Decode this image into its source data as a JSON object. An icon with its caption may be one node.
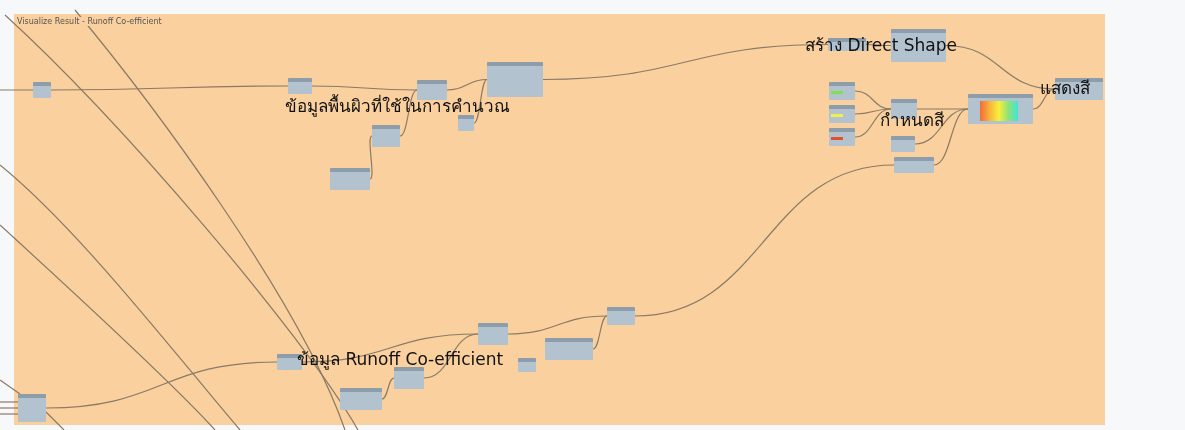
{
  "diagram": {
    "nodes": [
      {
        "text": [
          "Visualize Result - Runoff Co-efficient"
        ]
      },
      {
        "text": [],
        "shape": "box",
        "in": 0
      },
      {
        "text": [],
        "shape": "box",
        "in": 0
      },
      {
        "text": [],
        "shape": "box",
        "in": 0
      },
      {
        "text": [],
        "shape": "box",
        "in": 0
      },
      {
        "text": [],
        "shape": "box",
        "in": 0
      },
      {
        "text": [],
        "shape": "box",
        "in": 0
      },
      {
        "text": [],
        "shape": "box",
        "in": 0
      },
      {
        "text": [],
        "shape": "box",
        "in": 0
      },
      {
        "text": [],
        "shape": "box",
        "in": 0
      },
      {
        "text": [],
        "shape": "box",
        "in": 0
      },
      {
        "text": [],
        "shape": "box",
        "in": 0
      },
      {
        "text": [],
        "shape": "box",
        "in": 0
      },
      {
        "text": [],
        "shape": "box",
        "in": 0
      },
      {
        "text": [],
        "shape": "box",
        "in": 0
      },
      {
        "text": [],
        "shape": "box",
        "in": 0
      },
      {
        "text": [],
        "shape": "box",
        "in": 0
      },
      {
        "text": [],
        "shape": "box",
        "in": 0
      },
      {
        "text": [],
        "shape": "box",
        "in": 0
      },
      {
        "text": [],
        "shape": "box",
        "in": 0
      },
      {
        "text": [],
        "shape": "box",
        "in": 0
      },
      {
        "text": [],
        "shape": "box",
        "in": 0
      },
      {
        "text": [],
        "shape": "box",
        "in": 0
      },
      {
        "text": [],
        "shape": "box",
        "in": 0
      },
      {
        "text": [],
        "shape": "box",
        "in": 0
      },
      {
        "text": [],
        "shape": "box",
        "in": 0
      }
    ],
    "edges": [
      {
        "from": null,
        "to": 1,
        "arrow": "none"
      },
      {
        "from": 1,
        "to": 2,
        "arrow": "none"
      },
      {
        "from": 2,
        "to": 3,
        "arrow": "none"
      },
      {
        "from": 3,
        "to": 4,
        "arrow": "none"
      },
      {
        "from": 6,
        "to": 3,
        "arrow": "none"
      },
      {
        "from": 7,
        "to": 6,
        "arrow": "none"
      },
      {
        "from": 5,
        "to": 4,
        "arrow": "none"
      },
      {
        "from": 4,
        "to": 8,
        "arrow": "none"
      },
      {
        "from": 8,
        "to": 9,
        "arrow": "none"
      },
      {
        "from": 9,
        "to": 10,
        "arrow": "none"
      },
      {
        "from": 11,
        "to": 14,
        "arrow": "none"
      },
      {
        "from": 12,
        "to": 14,
        "arrow": "none"
      },
      {
        "from": 13,
        "to": 14,
        "arrow": "none"
      },
      {
        "from": 14,
        "to": 17,
        "arrow": "none"
      },
      {
        "from": 15,
        "to": 17,
        "arrow": "none"
      },
      {
        "from": 16,
        "to": 17,
        "arrow": "none"
      },
      {
        "from": 17,
        "to": 10,
        "arrow": "none"
      },
      {
        "from": null,
        "to": 18,
        "arrow": "none"
      },
      {
        "from": null,
        "to": 18,
        "arrow": "none"
      },
      {
        "from": null,
        "to": 18,
        "arrow": "none"
      },
      {
        "from": 18,
        "to": 19,
        "arrow": "none"
      },
      {
        "from": 19,
        "to": 22,
        "arrow": "none"
      },
      {
        "from": 20,
        "to": 21,
        "arrow": "none"
      },
      {
        "from": 21,
        "to": 22,
        "arrow": "none"
      },
      {
        "from": 22,
        "to": 25,
        "arrow": "none"
      },
      {
        "from": 24,
        "to": 25,
        "arrow": "none"
      },
      {
        "from": 25,
        "to": 16,
        "arrow": "none"
      }
    ],
    "labels": [
      "สร้าง Direct Shape",
      "แสดงสี",
      "ข้อมูลพื้นผิวที่ใช้ในการคำนวณ",
      "กำหนดสี",
      "ข้อมูล Runoff Co-efficient"
    ]
  }
}
